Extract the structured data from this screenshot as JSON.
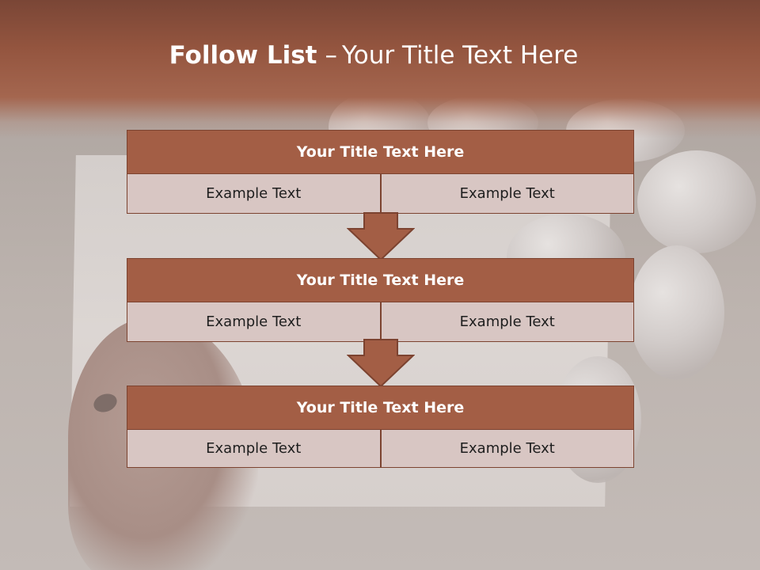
{
  "slide": {
    "title_bold": "Follow List",
    "title_sep": "–",
    "title_rest": "Your Title Text Here"
  },
  "blocks": [
    {
      "title": "Your Title Text Here",
      "left": "Example Text",
      "right": "Example Text"
    },
    {
      "title": "Your Title Text Here",
      "left": "Example Text",
      "right": "Example Text"
    },
    {
      "title": "Your Title Text Here",
      "left": "Example Text",
      "right": "Example Text"
    }
  ],
  "arrows": [
    {
      "icon": "down-arrow-icon"
    },
    {
      "icon": "down-arrow-icon"
    }
  ],
  "colors": {
    "header_band": "#94553f",
    "box_head": "#a35e45",
    "box_cell": "#d8c6c3",
    "border": "#7c4330"
  }
}
